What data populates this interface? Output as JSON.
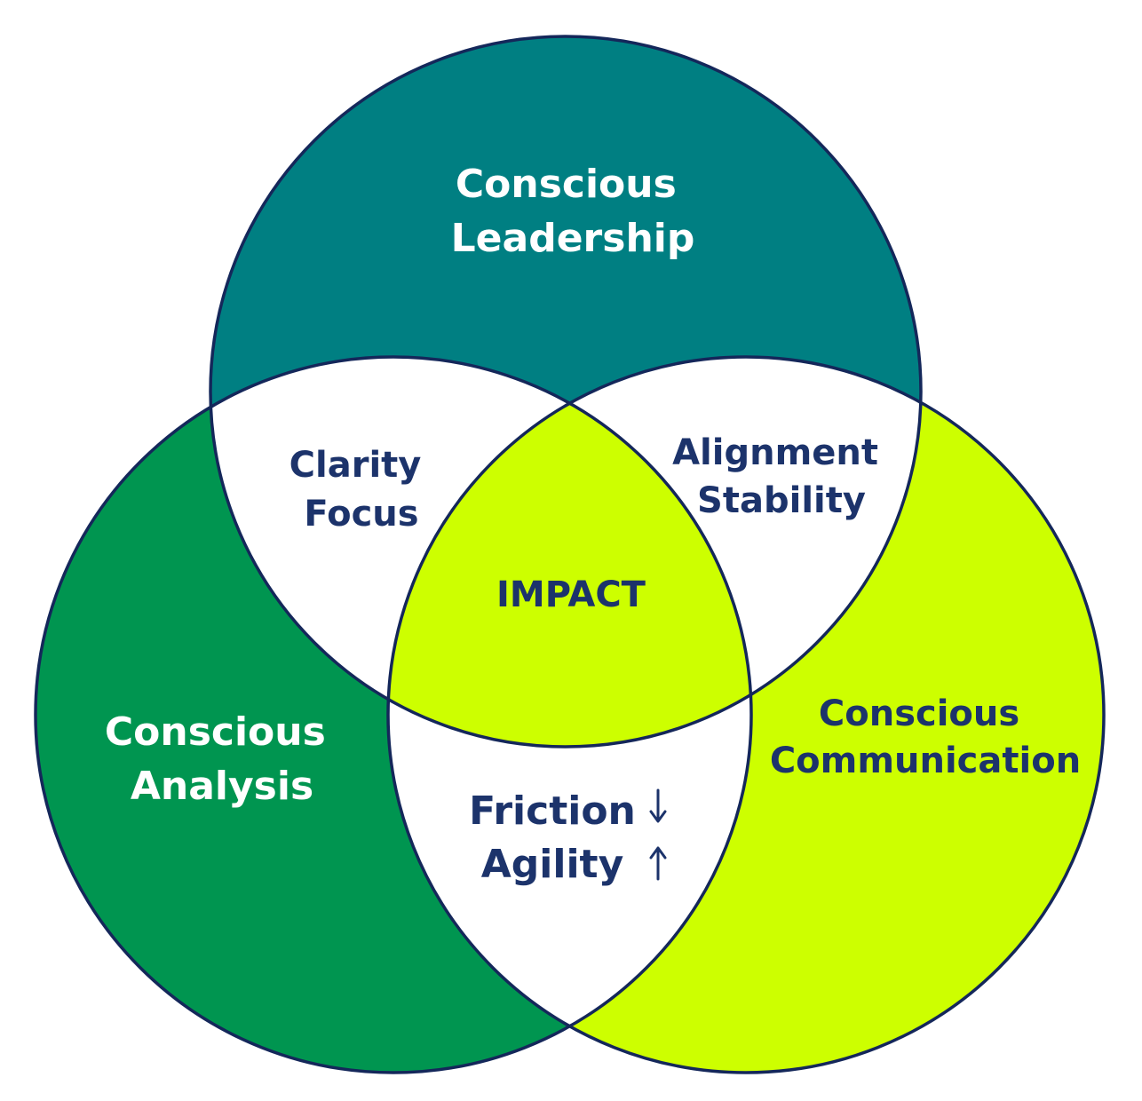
{
  "colors": {
    "leadership": "#007f82",
    "analysis": "#009550",
    "communication": "#cdff00",
    "overlap_pair": "#ffffff",
    "center": "#cdff00",
    "outline": "#14275a",
    "text_light": "#ffffff",
    "text_dark": "#1c336b"
  },
  "circles": {
    "leadership": {
      "line1": "Conscious",
      "line2": "Leadership"
    },
    "analysis": {
      "line1": "Conscious",
      "line2": "Analysis"
    },
    "communication": {
      "line1": "Conscious",
      "line2": "Communication"
    }
  },
  "overlaps": {
    "leadership_analysis": {
      "line1": "Clarity",
      "line2": "Focus"
    },
    "leadership_communication": {
      "line1": "Alignment",
      "line2": "Stability"
    },
    "analysis_communication": {
      "line1": "Friction",
      "line2": "Agility"
    },
    "center": {
      "label": "IMPACT"
    }
  },
  "icons": {
    "friction_arrow": "arrow-down-icon",
    "agility_arrow": "arrow-up-icon"
  }
}
